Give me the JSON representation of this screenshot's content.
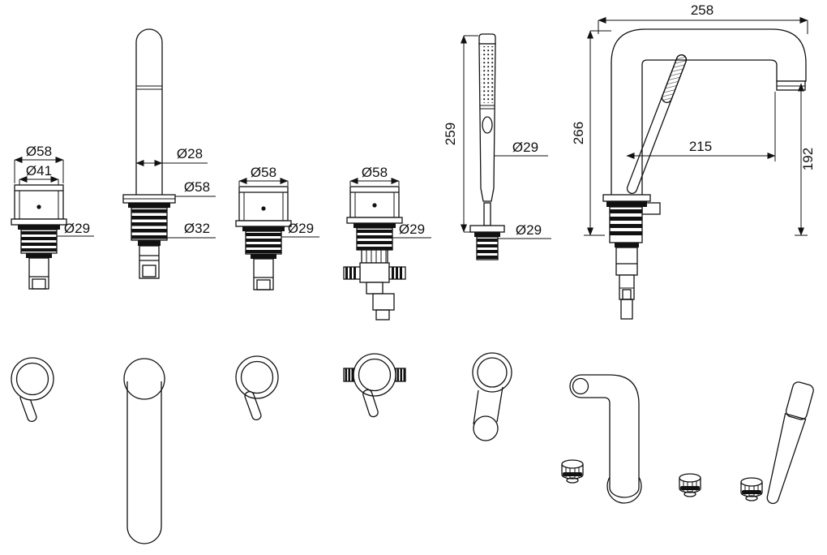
{
  "drawing": {
    "colors": {
      "line": "#111111",
      "background": "#ffffff"
    },
    "components": {
      "handle1": {
        "dim_top": "Ø58",
        "dim_inner": "Ø41",
        "dim_stem": "Ø29"
      },
      "spout": {
        "dim_tube": "Ø28",
        "dim_flange": "Ø58",
        "dim_stem": "Ø32"
      },
      "handle2": {
        "dim_top": "Ø58",
        "dim_stem": "Ø29"
      },
      "diverter": {
        "dim_top": "Ø58",
        "dim_stem": "Ø29"
      },
      "handshower": {
        "dim_height": "259",
        "dim_grip": "Ø29",
        "dim_stem": "Ø29"
      },
      "faucet": {
        "dim_width": "258",
        "dim_height": "266",
        "dim_reach": "215",
        "dim_outlet_height": "192"
      }
    }
  }
}
